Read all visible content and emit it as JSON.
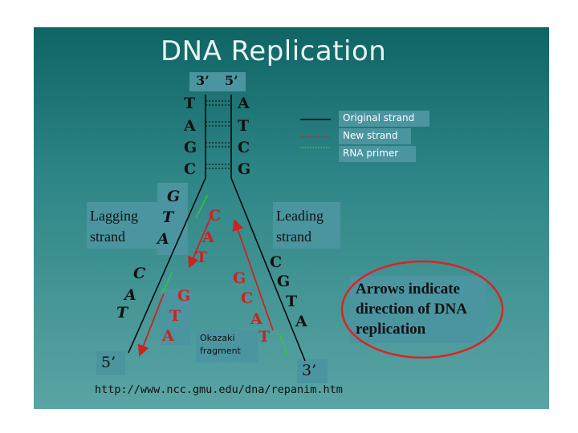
{
  "title": "DNA Replication",
  "top_labels": {
    "left": "3’",
    "right": "5’"
  },
  "original_left_bases": [
    "T",
    "A",
    "G",
    "C"
  ],
  "original_right_bases": [
    "A",
    "T",
    "C",
    "G"
  ],
  "legend": [
    {
      "label": "Original strand",
      "color": "#000000"
    },
    {
      "label": "New strand",
      "color": "#cc2222"
    },
    {
      "label": "RNA primer",
      "color": "#33cc33"
    }
  ],
  "lagging_label": [
    "Lagging",
    "strand"
  ],
  "leading_label": [
    "Leading",
    "strand"
  ],
  "lagging_parent_bases": [
    "G",
    "T",
    "A"
  ],
  "lagging_new_bases": [
    "C",
    "A",
    "T"
  ],
  "lagging_lower_parent": [
    "C",
    "A",
    "T"
  ],
  "lagging_lower_new": [
    "G",
    "T",
    "A"
  ],
  "leading_new_bases": [
    "G",
    "C",
    "A"
  ],
  "leading_parent_bases": [
    "C",
    "G",
    "T",
    "A"
  ],
  "leading_bottom_base": "T",
  "okazaki_label": [
    "Okazaki",
    "fragment"
  ],
  "bottom_left_label": "5’",
  "bottom_right_label": "3’",
  "note": [
    "Arrows indicate",
    "direction of DNA",
    "replication"
  ],
  "url": "http://www.ncc.gmu.edu/dna/repanim.htm",
  "colors": {
    "background_top": "#0f6464",
    "background_bottom": "#5aa4a4",
    "new_strand": "#cc2222",
    "primer": "#33cc33",
    "ellipse": "#dd2222"
  }
}
